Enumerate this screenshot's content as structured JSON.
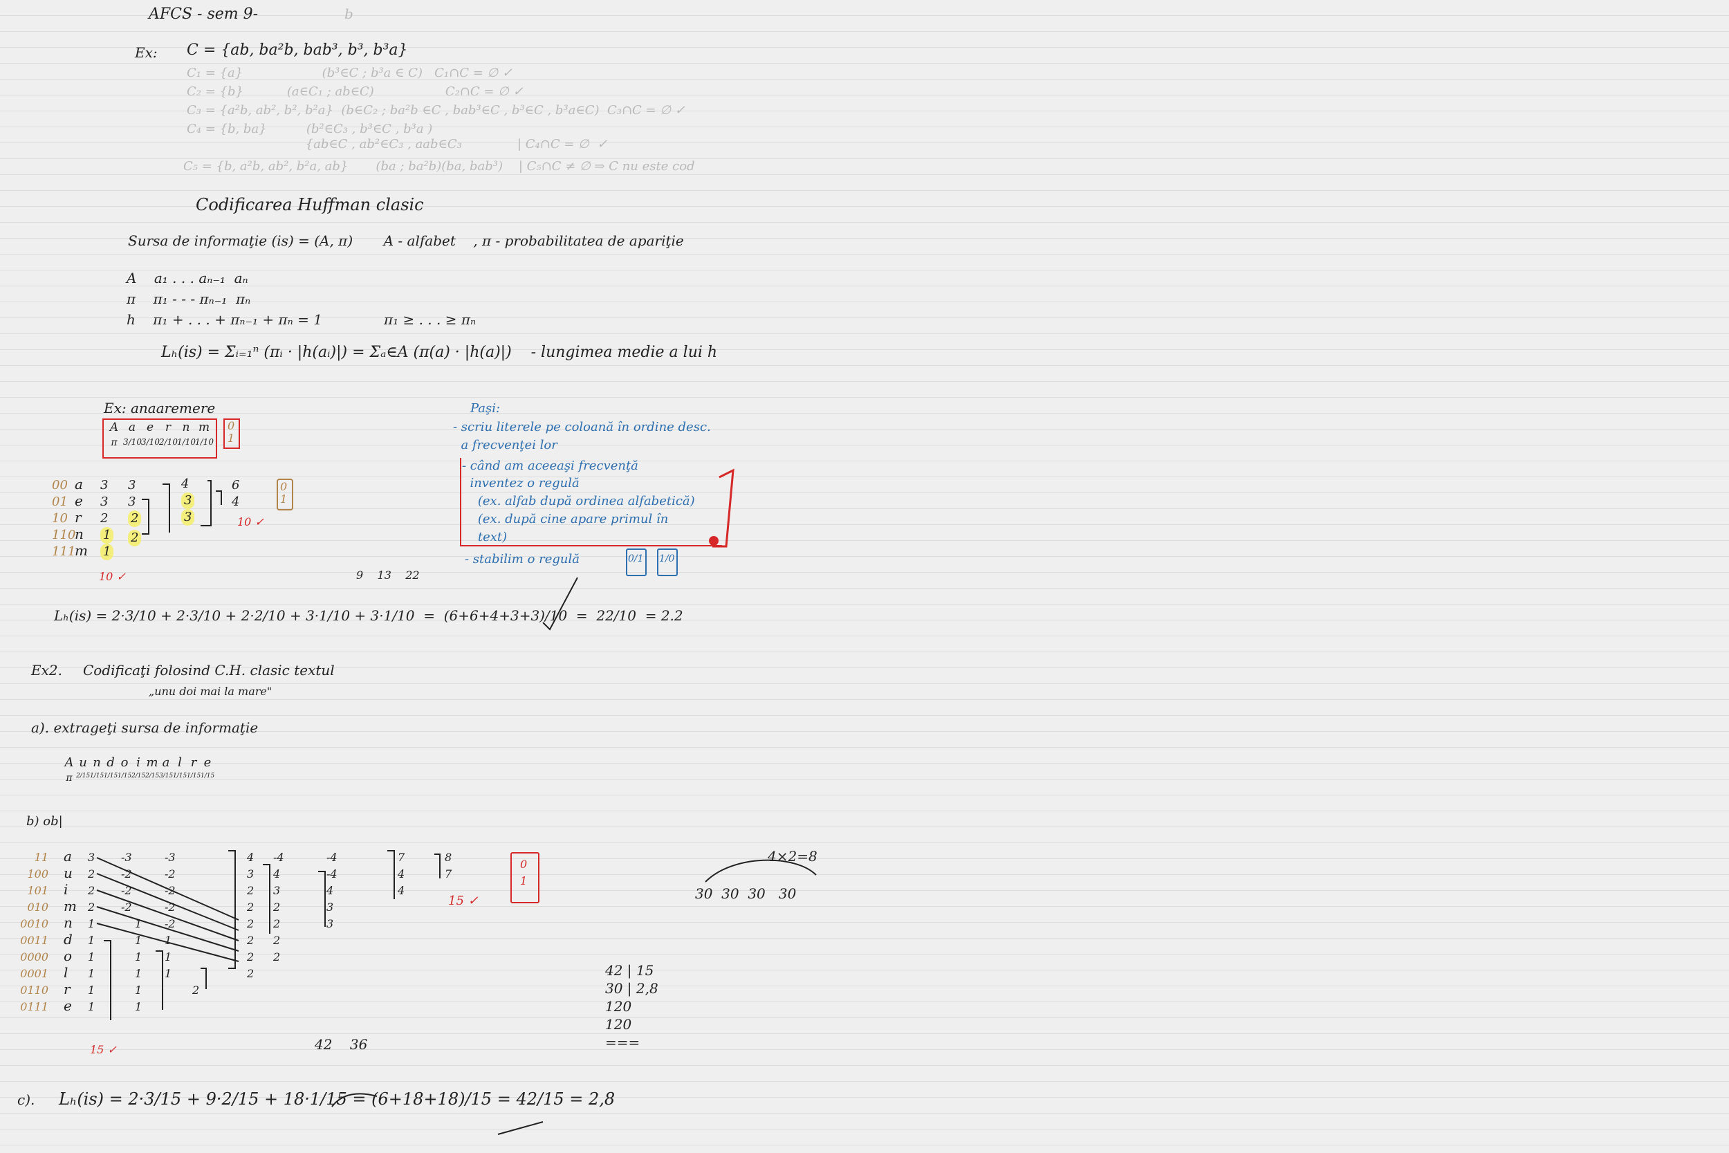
{
  "header": {
    "title": "AFCS - sem 9-",
    "mark": "b"
  },
  "ex1": {
    "label": "Ex:",
    "set": "C = {ab, ba²b, bab³, b³, b³a}",
    "faded_lines": [
      "C₁ = {a}                    (b³∈C ; b³a ∈ C)   C₁∩C = ∅ ✓",
      "C₂ = {b}           (a∈C₁ ; ab∈C)                  C₂∩C = ∅ ✓",
      "C₃ = {a²b, ab², b², b²a}  (b∈C₂ ; ba²b ∈C , bab³∈C , b³∈C , b³a∈C)  C₃∩C = ∅ ✓",
      "C₄ = {b, ba}          (b²∈C₃ , b³∈C , b³a )",
      "                              {ab∈C , ab²∈C₃ , aab∈C₃              | C₄∩C = ∅  ✓",
      "C₅ = {b, a²b, ab², b²a, ab}       (ba ; ba²b)(ba, bab³)    | C₅∩C ≠ ∅ ⇒ C nu este cod"
    ]
  },
  "section_title": "Codificarea Huffman clasic",
  "source_line": "Sursa de informaţie (is) = (A, π)       A - alfabet    , π - probabilitatea de apariţie",
  "def_rows": [
    "A    a₁ . . . aₙ₋₁  aₙ",
    "π    π₁ - - - πₙ₋₁  πₙ",
    "h    π₁ + . . . + πₙ₋₁ + πₙ = 1              π₁ ≥ . . . ≥ πₙ"
  ],
  "length_formula": "Lₕ(is) = Σᵢ₌₁ⁿ (πᵢ · |h(aᵢ)|) = Σₐ∈A (π(a) · |h(a)|)    - lungimea medie a lui h",
  "ex_anaaremere": {
    "label": "Ex: anaaremere",
    "table_header": [
      "A",
      "a",
      "e",
      "r",
      "n",
      "m"
    ],
    "table_probs": [
      "π",
      "3/10",
      "3/10",
      "2/10",
      "1/10",
      "1/10"
    ],
    "bits_box": [
      "0",
      "1"
    ],
    "codes": [
      "00",
      "01",
      "10",
      "110",
      "111"
    ],
    "letters": [
      "a",
      "e",
      "r",
      "n",
      "m"
    ],
    "freqs": [
      "3",
      "3",
      "2",
      "1",
      "1"
    ],
    "step2": [
      "3",
      "3",
      "2",
      "2"
    ],
    "step3": [
      "4",
      "3",
      "3"
    ],
    "step4": [
      "6",
      "4"
    ],
    "total": "10 ✓",
    "red_total_small": "10 ✓",
    "bits_box2": [
      "0",
      "1"
    ]
  },
  "steps": {
    "title": "Paşi:",
    "items": [
      "- scriu literele pe coloană în ordine desc.",
      "  a frecvenţei lor",
      "- când am aceeaşi frecvenţă",
      "  inventez o regulă",
      "    (ex. alfab după ordinea alfabetică)",
      "    (ex. după cine apare primul în",
      "    text)",
      "- stabilim o regulă"
    ],
    "rule_boxes": [
      "0/1",
      "1/0"
    ]
  },
  "lh_ex1": {
    "lhs": "Lₕ(is) = 2·3/10 + 2·3/10 + 2·2/10 + 3·1/10 + 3·1/10  =  (6+6+4+3+3)/10  =  22/10  = 2.2",
    "above": "9    13    22"
  },
  "ex2": {
    "label": "Ex2.",
    "text": "Codificaţi folosind C.H. clasic textul",
    "quote": "„unu doi mai la mare\"",
    "a_label": "a). extrageţi sursa de informaţie",
    "a_letters": [
      "A",
      "u",
      "n",
      "d",
      "o",
      "i",
      "m",
      "a",
      "l",
      "r",
      "e"
    ],
    "a_probs": [
      "π",
      "2/15",
      "1/15",
      "1/15",
      "1/15",
      "2/15",
      "2/15",
      "3/15",
      "1/15",
      "1/15",
      "1/15"
    ],
    "b_label": "b) ob|"
  },
  "tree2": {
    "codes": [
      "11",
      "100",
      "101",
      "010",
      "0010",
      "0011",
      "0000",
      "0001",
      "0110",
      "0111"
    ],
    "letters": [
      "a",
      "u",
      "i",
      "m",
      "n",
      "d",
      "o",
      "l",
      "r",
      "e"
    ],
    "freqs": [
      "3",
      "2",
      "2",
      "2",
      "1",
      "1",
      "1",
      "1",
      "1",
      "1"
    ],
    "col2": [
      "-3",
      "-2",
      "-2",
      "-2",
      "1",
      "1",
      "1",
      "1",
      "1",
      "1"
    ],
    "col3": [
      "-3",
      "-2",
      "-2",
      "-2",
      "-2",
      "1",
      "1",
      "1",
      "2"
    ],
    "col4": [
      "4",
      "3",
      "2",
      "2",
      "2",
      "2",
      "2",
      "2"
    ],
    "col5": [
      "-4",
      "4",
      "3",
      "2",
      "2",
      "2",
      "2"
    ],
    "col6": [
      "-4",
      "-4",
      "4",
      "3",
      "3"
    ],
    "col7": [
      "7",
      "4",
      "4"
    ],
    "col8": [
      "8",
      "7"
    ],
    "total": "15 ✓",
    "bottom_total": "15 ✓",
    "bits_box": [
      "0",
      "1"
    ]
  },
  "side_calc": {
    "product": "4×2=8",
    "row": "30  30  30   30",
    "division": [
      "42 | 15",
      "30 | 2,8",
      "120",
      "120",
      "==="
    ]
  },
  "c_line": {
    "label": "c).",
    "formula": "Lₕ(is) = 2·3/15 + 9·2/15 + 18·1/15 = (6+18+18)/15 = 42/15 = 2,8",
    "above": "42    36"
  }
}
